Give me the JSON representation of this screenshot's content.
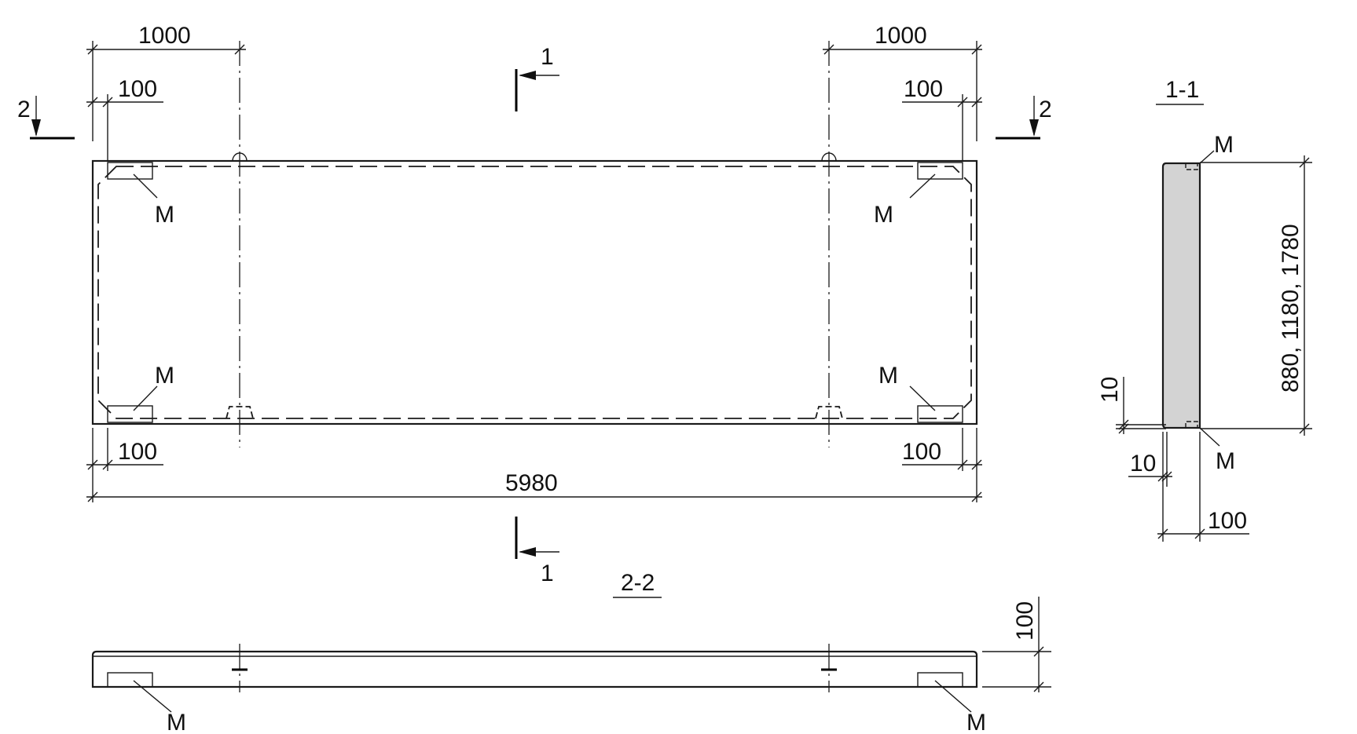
{
  "plan": {
    "dim_left_lift": "1000",
    "dim_right_lift": "1000",
    "dim_left_top_edge": "100",
    "dim_right_top_edge": "100",
    "dim_left_bottom_edge": "100",
    "dim_right_bottom_edge": "100",
    "dim_total_length": "5980",
    "embed_label": "М",
    "section_1_label": "1",
    "section_2_label": "2"
  },
  "section_1_1": {
    "title": "1-1",
    "embed_label": "М",
    "dim_height": "880, 1180, 1780",
    "dim_top_small": "10",
    "dim_side_small": "10",
    "dim_thickness": "100"
  },
  "section_2_2": {
    "title": "2-2",
    "embed_label": "М",
    "dim_thickness": "100"
  }
}
